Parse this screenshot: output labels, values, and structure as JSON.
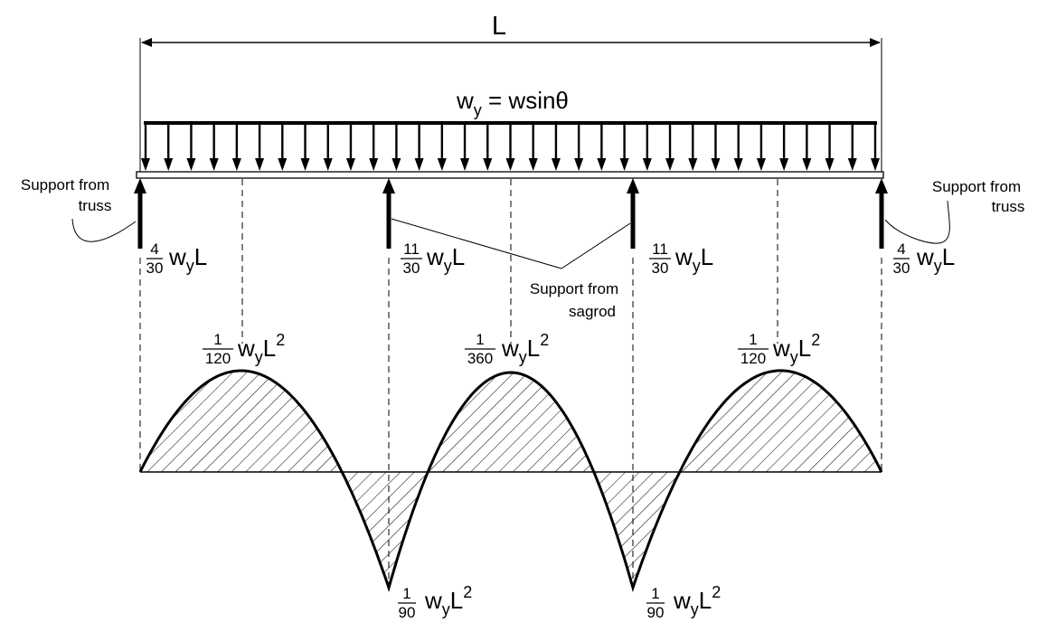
{
  "span_label": "L",
  "load_label": {
    "base": "w",
    "sub": "y",
    "rest": " = wsinθ"
  },
  "support_notes": {
    "truss_left": [
      "Support from",
      "truss"
    ],
    "truss_right": [
      "Support from",
      "truss"
    ],
    "sagrod": [
      "Support from",
      "sagrod"
    ]
  },
  "reactions": [
    {
      "num": "4",
      "den": "30",
      "base": "w",
      "sub": "y",
      "tail": "L",
      "sup": ""
    },
    {
      "num": "11",
      "den": "30",
      "base": "w",
      "sub": "y",
      "tail": "L",
      "sup": ""
    },
    {
      "num": "11",
      "den": "30",
      "base": "w",
      "sub": "y",
      "tail": "L",
      "sup": ""
    },
    {
      "num": "4",
      "den": "30",
      "base": "w",
      "sub": "y",
      "tail": "L",
      "sup": ""
    }
  ],
  "positive_moments": [
    {
      "num": "1",
      "den": "120",
      "base": "w",
      "sub": "y",
      "tail": "L",
      "sup": "2"
    },
    {
      "num": "1",
      "den": "360",
      "base": "w",
      "sub": "y",
      "tail": "L",
      "sup": "2"
    },
    {
      "num": "1",
      "den": "120",
      "base": "w",
      "sub": "y",
      "tail": "L",
      "sup": "2"
    }
  ],
  "negative_moments": [
    {
      "num": "1",
      "den": "90",
      "base": "w",
      "sub": "y",
      "tail": "L",
      "sup": "2"
    },
    {
      "num": "1",
      "den": "90",
      "base": "w",
      "sub": "y",
      "tail": "L",
      "sup": "2"
    }
  ]
}
